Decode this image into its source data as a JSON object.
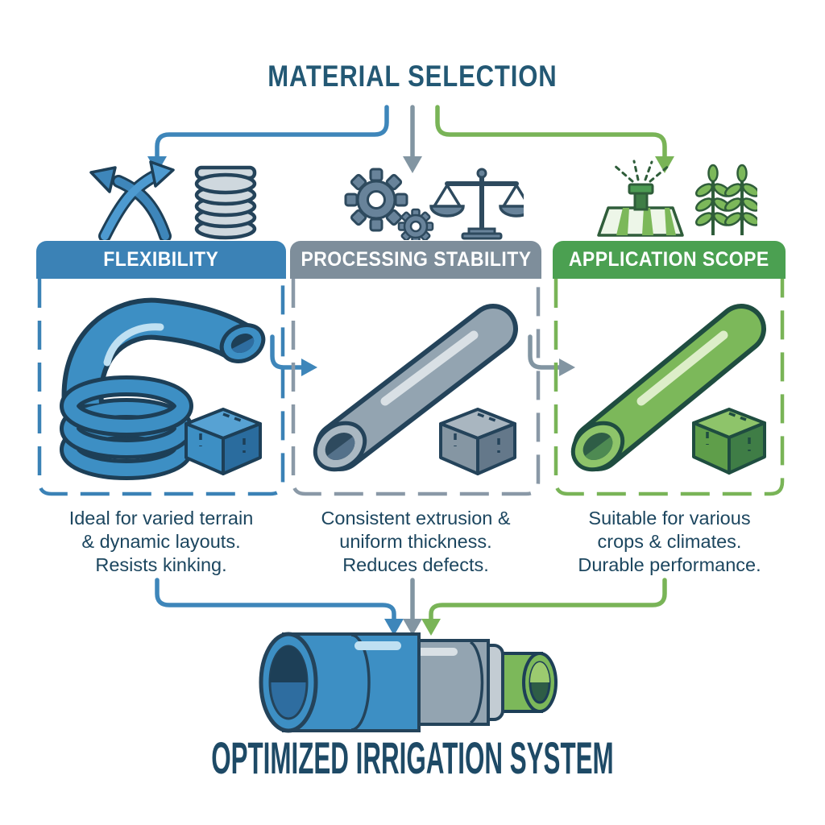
{
  "title": "MATERIAL SELECTION",
  "colors": {
    "navy_text": "#1E4A66",
    "blue_accent": "#3B82B6",
    "gray_accent": "#7E8E9B",
    "green_accent": "#4BA051",
    "blue_line": "#3E86BA",
    "gray_line": "#8295A2",
    "green_line": "#79B457"
  },
  "branches": [
    {
      "id": "flexibility",
      "header": "FLEXIBILITY",
      "icons": [
        "crossed-arrows-icon",
        "spring-icon"
      ],
      "illustration": "coiled-blue-pipe-and-cube",
      "description": [
        "Ideal for varied terrain",
        "& dynamic layouts.",
        "Resists kinking."
      ]
    },
    {
      "id": "processing-stability",
      "header": "PROCESSING STABILITY",
      "icons": [
        "gears-icon",
        "balance-scale-icon"
      ],
      "illustration": "straight-gray-pipe-and-cube",
      "description": [
        "Consistent extrusion &",
        "uniform thickness.",
        "Reduces defects."
      ]
    },
    {
      "id": "application-scope",
      "header": "APPLICATION SCOPE",
      "icons": [
        "sprinkler-field-icon",
        "crops-icon"
      ],
      "illustration": "straight-green-pipe-and-cube",
      "description": [
        "Suitable for various",
        "crops & climates.",
        "Durable performance."
      ]
    }
  ],
  "result": {
    "caption": "OPTIMIZED IRRIGATION SYSTEM",
    "illustration": "composite-telescoping-pipe"
  }
}
